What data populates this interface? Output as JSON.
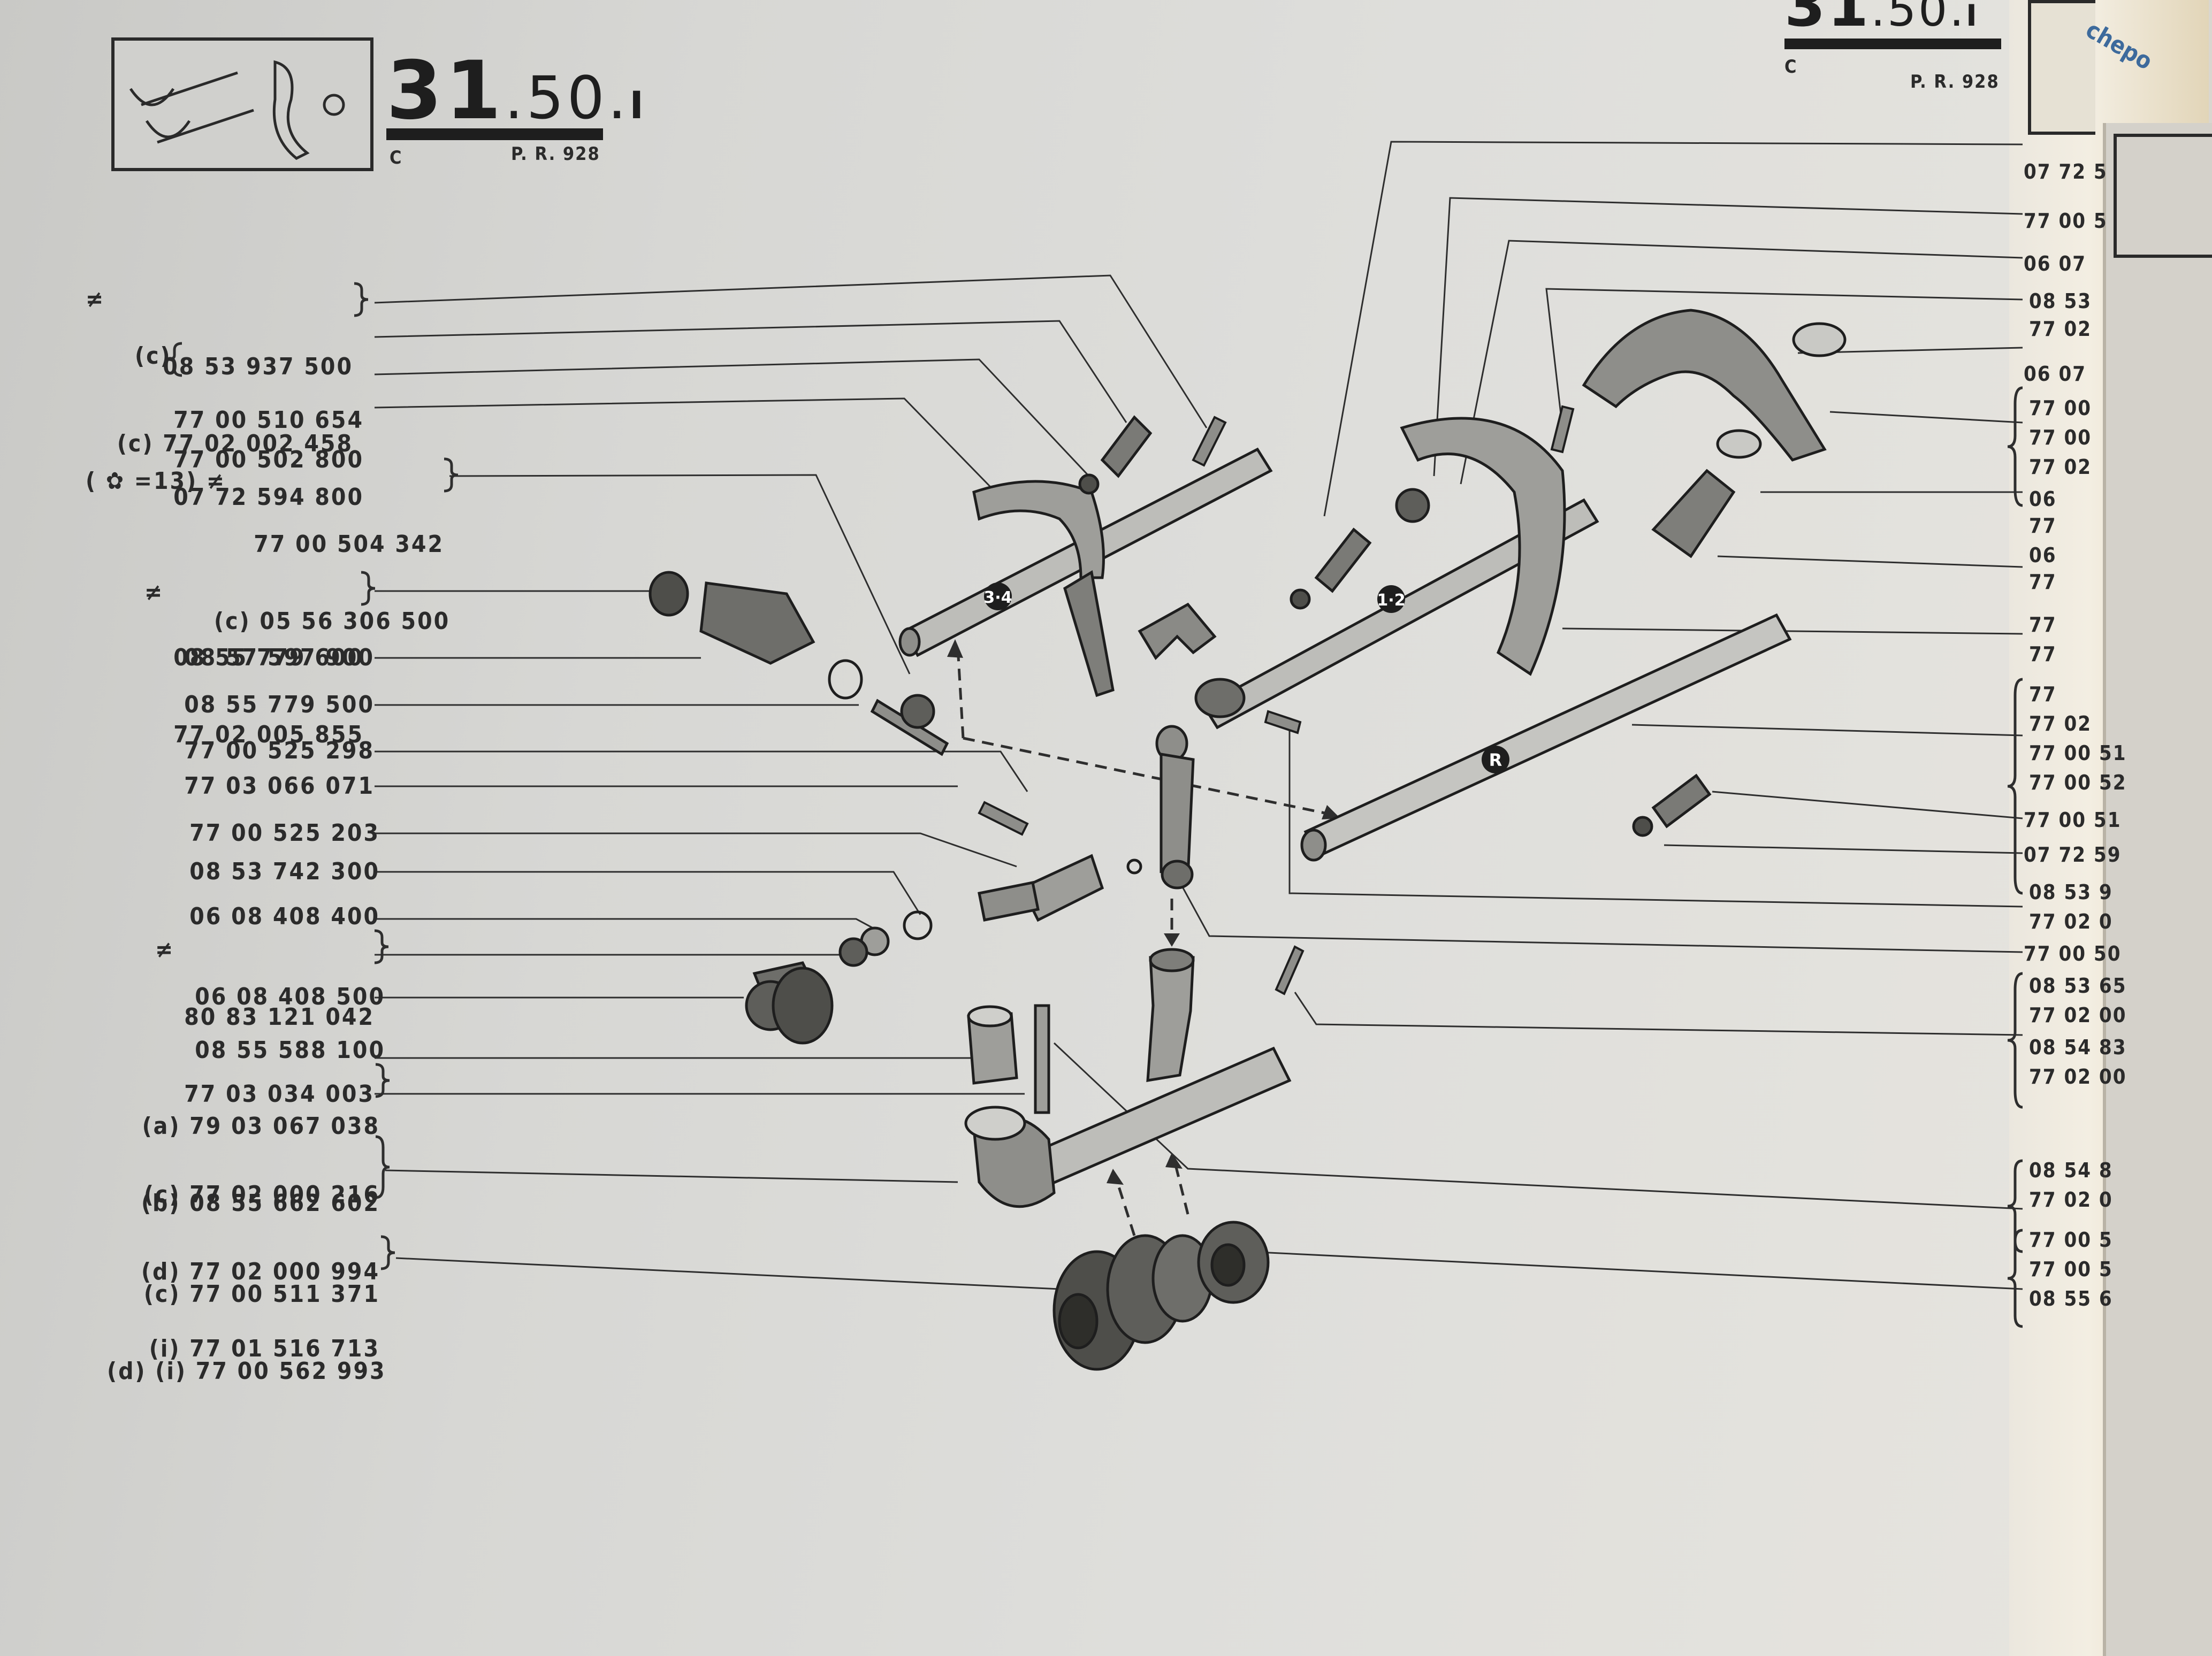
{
  "header": {
    "section_major": "31",
    "section_minor": ".50.",
    "section_suffix": "I",
    "group_letter": "C",
    "ref": "P. R. 928"
  },
  "right_header": {
    "section_major": "31",
    "section_minor": ".50.",
    "section_suffix": "I",
    "group_letter": "C",
    "ref": "P. R. 928",
    "partial_text": "chepo"
  },
  "left_labels": [
    {
      "prefix": "≠",
      "lines": [
        "08 53 937 500",
        "(c) 77 02 002 458"
      ]
    },
    {
      "prefix": "(c)",
      "lines": [
        "77 00 510 654",
        "07 72 594 800"
      ]
    },
    {
      "prefix": "",
      "lines": [
        "77 00 502 800"
      ]
    },
    {
      "prefix": "( ✿ =13) ≠",
      "lines": [
        "77 00 504 342",
        "(c) 05 56 306 500"
      ]
    },
    {
      "prefix": "≠",
      "lines": [
        "08 55 779 600",
        "77 02 005 855"
      ]
    },
    {
      "prefix": "",
      "lines": [
        "08 57 597 900"
      ]
    },
    {
      "prefix": "",
      "lines": [
        "08 55 779 500"
      ]
    },
    {
      "prefix": "",
      "lines": [
        "77 00 525 298"
      ]
    },
    {
      "prefix": "",
      "lines": [
        "77 03 066 071"
      ]
    },
    {
      "prefix": "",
      "lines": [
        "77 00 525 203"
      ]
    },
    {
      "prefix": "",
      "lines": [
        "08 53 742 300"
      ]
    },
    {
      "prefix": "",
      "lines": [
        "06 08 408 400"
      ]
    },
    {
      "prefix": "≠",
      "lines": [
        "80 83 121 042",
        "77 03 034 003"
      ]
    },
    {
      "prefix": "",
      "lines": [
        "06 08 408 500"
      ]
    },
    {
      "prefix": "",
      "lines": [
        "08 55 588 100"
      ]
    },
    {
      "prefix": "",
      "lines": [
        "(a) 79 03 067 038",
        "(b) 08 55 662 602"
      ]
    },
    {
      "prefix": "",
      "lines": [
        "(c) 77 02 000 216",
        "(d) 77 02 000 994",
        "(i) 77 01 516 713"
      ]
    },
    {
      "prefix": "",
      "lines": [
        "(c) 77 00 511 371",
        "(d) (i) 77 00 562 993"
      ]
    }
  ],
  "right_labels": [
    "07 72 5",
    "77 00 5",
    "06 07",
    "08 53",
    "77 02",
    "06 07",
    "77 00",
    "77 00",
    "77 02",
    "06",
    "77",
    "06",
    "77",
    "77",
    "77",
    "77",
    "77 02",
    "77 00 51",
    "77 00 52",
    "77 00 51",
    "07 72 59",
    "08 53 9",
    "77 02 0",
    "77 00 50",
    "08 53 65",
    "77 02 00",
    "08 54 83",
    "77 02 00",
    "08 54 8",
    "77 02 0",
    "77 00 5",
    "77 00 5",
    "08 55 6"
  ],
  "shaft_marks": [
    "3·4",
    "1·2",
    "R"
  ]
}
